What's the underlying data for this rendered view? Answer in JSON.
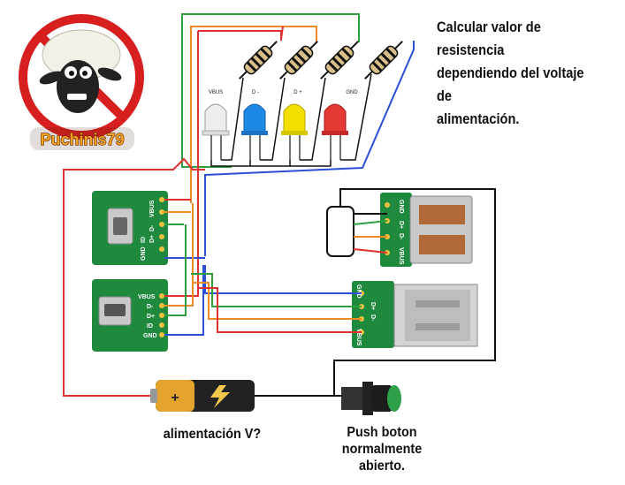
{
  "title": {
    "line1": "Calcular valor de resistencia",
    "line2": "dependiendo del voltaje de",
    "line3": "alimentación."
  },
  "logo": {
    "text": "Puchinis79"
  },
  "leds": [
    {
      "label": "VBUS",
      "color": "#e8e8e8"
    },
    {
      "label": "D -",
      "color": "#1e88e5"
    },
    {
      "label": "D +",
      "color": "#f4e000"
    },
    {
      "label": "GND",
      "color": "#e53935"
    }
  ],
  "micro_usb_board": {
    "pins": [
      "VBUS",
      "D-",
      "D+",
      "ID",
      "GND"
    ]
  },
  "mini_usb_board": {
    "pins": [
      "VBUS",
      "D-",
      "D+",
      "ID",
      "GND"
    ]
  },
  "female_usb_board": {
    "pins": [
      "GND",
      "D+",
      "D-",
      "VBUS"
    ]
  },
  "male_usb_board": {
    "pins": [
      "GND",
      "D+",
      "D-",
      "VBUS"
    ]
  },
  "battery": {
    "caption": "alimentación V?"
  },
  "push_button": {
    "caption_line1": "Push boton",
    "caption_line2": "normalmente abierto."
  },
  "colors": {
    "wire_red": "#e03030",
    "wire_orange": "#f08a24",
    "wire_green": "#2e9e3e",
    "wire_blue": "#2c4fd8",
    "wire_black": "#111111",
    "pcb_green": "#1f8a3e"
  }
}
